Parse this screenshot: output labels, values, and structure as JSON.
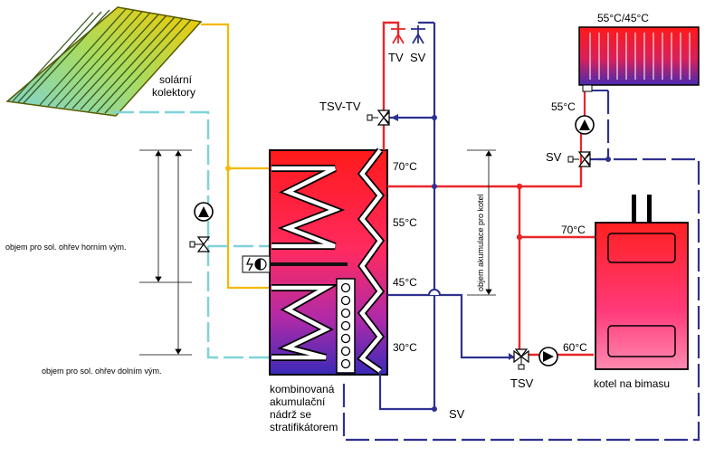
{
  "labels": {
    "radiator_temp": "55°C/45°C",
    "tv": "TV",
    "sv_top": "SV",
    "tsv_tv": "TSV-TV",
    "pump_heating_temp": "55°C",
    "sv_right": "SV",
    "solar_collectors_line1": "solární",
    "solar_collectors_line2": "kolektory",
    "tank_t1": "70°C",
    "tank_t2": "55°C",
    "tank_t3": "45°C",
    "tank_t4": "30°C",
    "accumulation_volume": "objem akumulace pro kotel",
    "boiler_in_temp": "70°C",
    "boiler_return_temp": "60°C",
    "tsv_bottom": "TSV",
    "boiler_label": "kotel na bimasu",
    "sv_bottom": "SV",
    "volume_upper": "objem pro sol. ohřev horním vým.",
    "volume_lower": "objem pro sol. ohřev dolním vým.",
    "tank_line1": "kombinovaná",
    "tank_line2": "akumulační",
    "tank_line3": "nádrž se",
    "tank_line4": "stratifikátorem"
  },
  "colors": {
    "hot": "#e8262a",
    "cold": "#2f3190",
    "solar_hot": "#f5b800",
    "solar_cold": "#7fd3d8"
  }
}
